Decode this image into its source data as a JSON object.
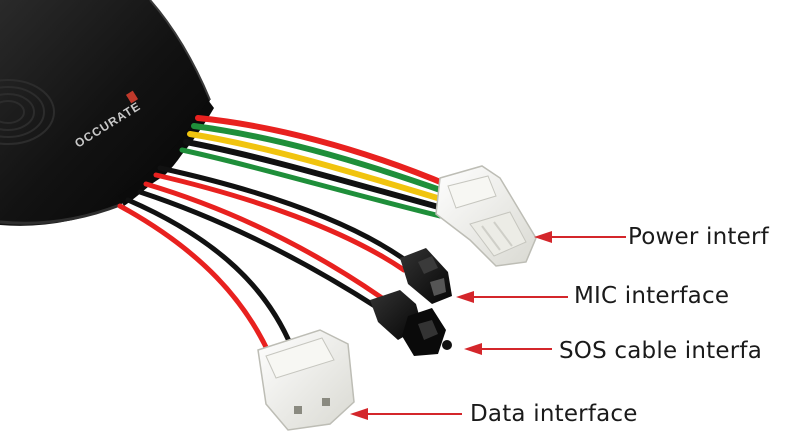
{
  "brand": {
    "logo_text": "OCCURATE"
  },
  "callouts": {
    "power": "Power interf",
    "mic": "MIC interface",
    "sos": "SOS cable interfa",
    "data": "Data interface"
  },
  "colors": {
    "arrow": "#d4262b",
    "device_body": "#141414",
    "connector": "#f2f2ee",
    "wire_red": "#e8211f",
    "wire_green": "#1f8f3a",
    "wire_yellow": "#f1c40f",
    "wire_black": "#111111"
  }
}
